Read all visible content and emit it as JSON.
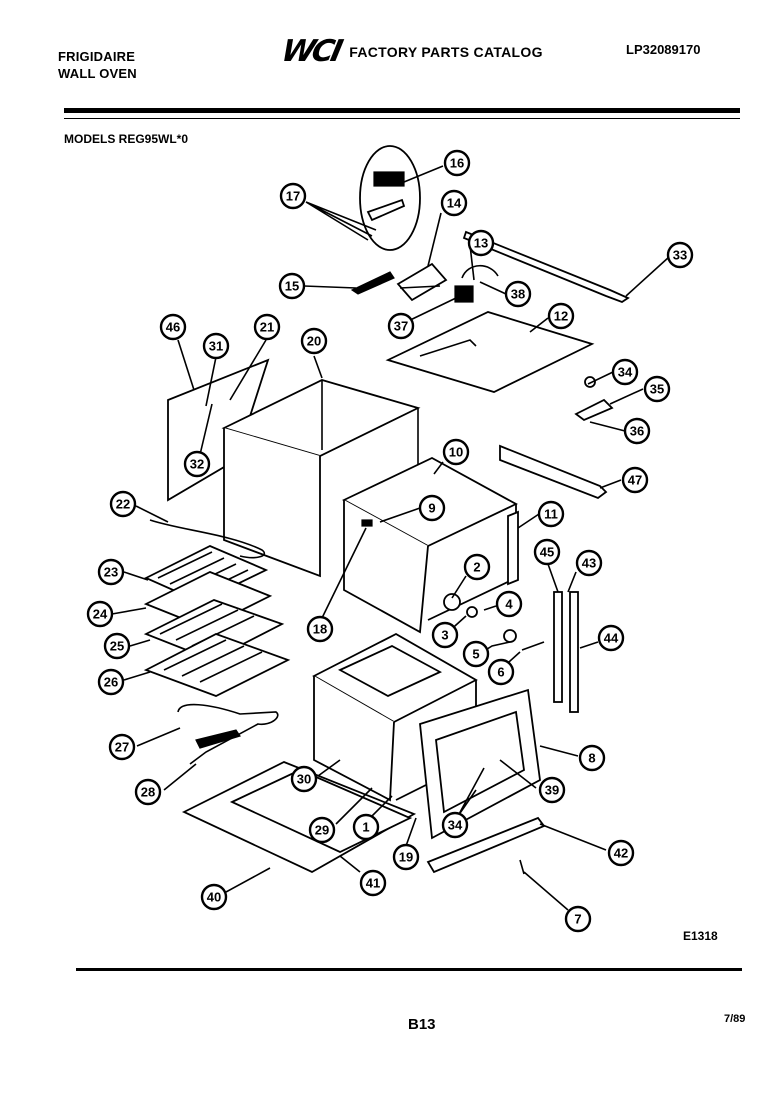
{
  "header": {
    "brand_line1": "FRIGIDAIRE",
    "brand_line2": "WALL OVEN",
    "logo": "WCI",
    "catalog_title": "FACTORY PARTS CATALOG",
    "catalog_number": "LP32089170",
    "models": "MODELS REG95WL*0"
  },
  "callouts": [
    {
      "id": "callout-16",
      "label": "16"
    },
    {
      "id": "callout-17",
      "label": "17"
    },
    {
      "id": "callout-14",
      "label": "14"
    },
    {
      "id": "callout-13",
      "label": "13"
    },
    {
      "id": "callout-33",
      "label": "33"
    },
    {
      "id": "callout-15",
      "label": "15"
    },
    {
      "id": "callout-38a",
      "label": "38"
    },
    {
      "id": "callout-37",
      "label": "37"
    },
    {
      "id": "callout-12",
      "label": "12"
    },
    {
      "id": "callout-46",
      "label": "46"
    },
    {
      "id": "callout-31",
      "label": "31"
    },
    {
      "id": "callout-21",
      "label": "21"
    },
    {
      "id": "callout-20",
      "label": "20"
    },
    {
      "id": "callout-34a",
      "label": "34"
    },
    {
      "id": "callout-35",
      "label": "35"
    },
    {
      "id": "callout-36",
      "label": "36"
    },
    {
      "id": "callout-32",
      "label": "32"
    },
    {
      "id": "callout-10",
      "label": "10"
    },
    {
      "id": "callout-47",
      "label": "47"
    },
    {
      "id": "callout-9",
      "label": "9"
    },
    {
      "id": "callout-22",
      "label": "22"
    },
    {
      "id": "callout-11",
      "label": "11"
    },
    {
      "id": "callout-45",
      "label": "45"
    },
    {
      "id": "callout-43",
      "label": "43"
    },
    {
      "id": "callout-23",
      "label": "23"
    },
    {
      "id": "callout-2",
      "label": "2"
    },
    {
      "id": "callout-4",
      "label": "4"
    },
    {
      "id": "callout-24",
      "label": "24"
    },
    {
      "id": "callout-18",
      "label": "18"
    },
    {
      "id": "callout-3",
      "label": "3"
    },
    {
      "id": "callout-44",
      "label": "44"
    },
    {
      "id": "callout-25",
      "label": "25"
    },
    {
      "id": "callout-5",
      "label": "5"
    },
    {
      "id": "callout-6",
      "label": "6"
    },
    {
      "id": "callout-26",
      "label": "26"
    },
    {
      "id": "callout-27",
      "label": "27"
    },
    {
      "id": "callout-8",
      "label": "8"
    },
    {
      "id": "callout-30",
      "label": "30"
    },
    {
      "id": "callout-28",
      "label": "28"
    },
    {
      "id": "callout-39",
      "label": "39"
    },
    {
      "id": "callout-29",
      "label": "29"
    },
    {
      "id": "callout-1",
      "label": "1"
    },
    {
      "id": "callout-34b",
      "label": "34"
    },
    {
      "id": "callout-19",
      "label": "19"
    },
    {
      "id": "callout-42",
      "label": "42"
    },
    {
      "id": "callout-41",
      "label": "41"
    },
    {
      "id": "callout-40",
      "label": "40"
    },
    {
      "id": "callout-7",
      "label": "7"
    }
  ],
  "footer": {
    "diagram_code": "E1318",
    "page": "B13",
    "date": "7/89"
  }
}
